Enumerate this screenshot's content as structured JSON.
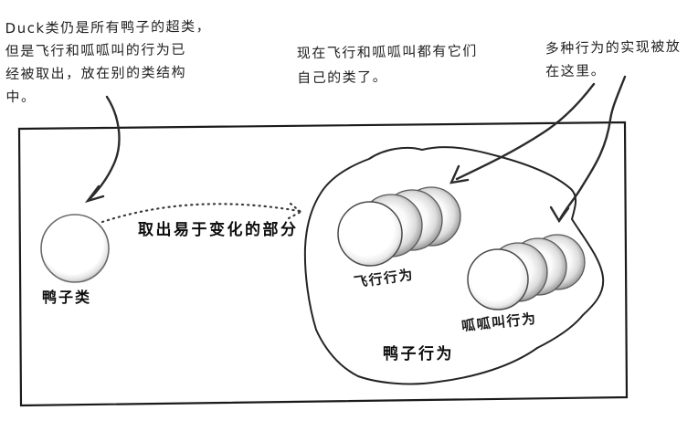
{
  "diagram": {
    "notes": {
      "superclass_note": {
        "lines": [
          "Duck类仍是所有鸭子的超类，",
          "但是飞行和呱呱叫的行为已",
          "经被取出，放在别的类结构",
          "中。"
        ]
      },
      "own_classes_note": {
        "lines": [
          "现在飞行和呱呱叫都有它们",
          "自己的类了。"
        ]
      },
      "implementations_note": {
        "lines": [
          "多种行为的实现被放",
          "在这里。"
        ]
      }
    },
    "labels": {
      "pull_out_caption": "取出易于变化的部分",
      "duck_class": "鸭子类",
      "fly_behavior": "飞行行为",
      "quack_behavior": "呱呱叫行为",
      "duck_behaviors": "鸭子行为"
    },
    "colors": {
      "ink": "#1c1c1c",
      "background": "#ffffff",
      "pencil_shade": "#8a8a8a"
    }
  }
}
